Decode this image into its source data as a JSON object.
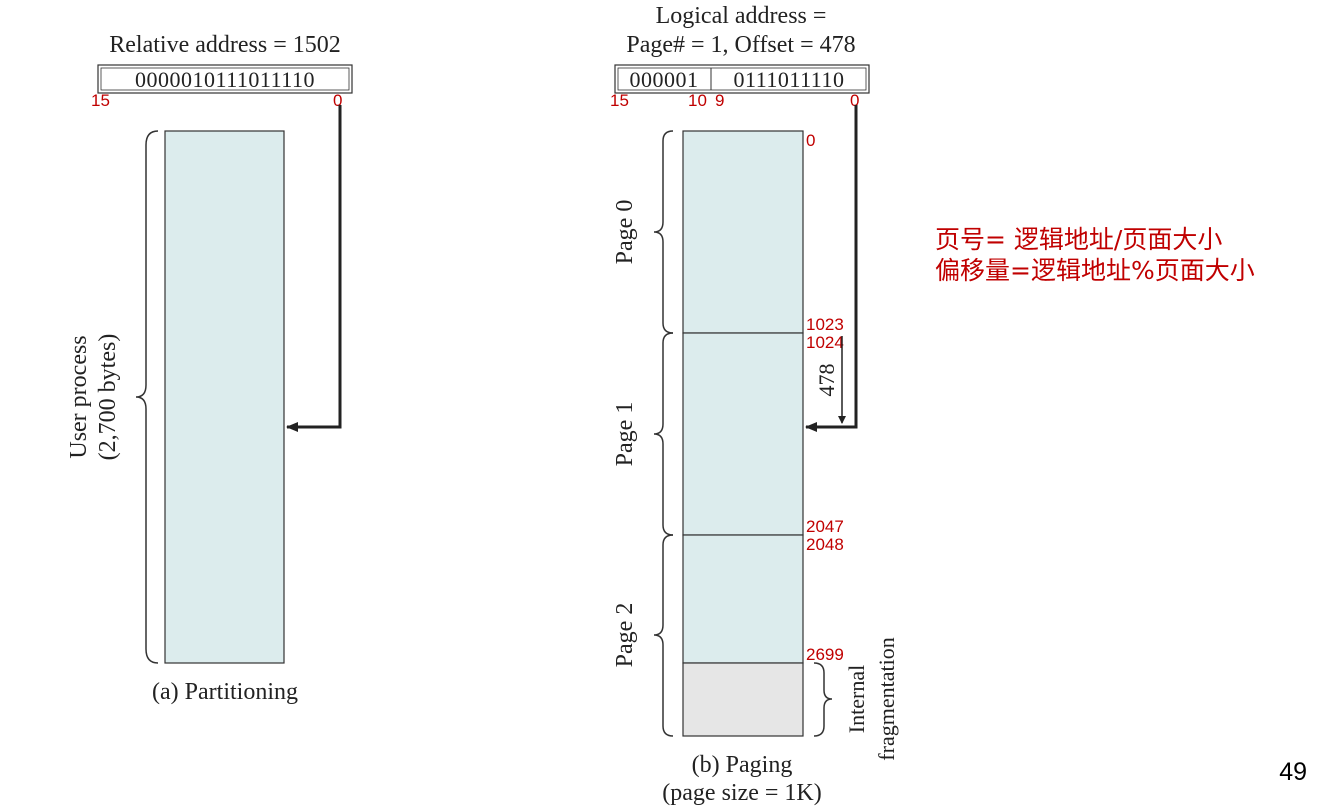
{
  "partitioning": {
    "address_label": "Relative address = 1502",
    "bits": "0000010111011110",
    "bit_high": "15",
    "bit_low": "0",
    "process_label_line1": "User process",
    "process_label_line2": "(2,700 bytes)",
    "caption": "(a) Partitioning"
  },
  "paging": {
    "address_line1": "Logical address =",
    "address_line2": "Page# = 1, Offset = 478",
    "page_bits": "000001",
    "offset_bits": "0111011110",
    "bit_15": "15",
    "bit_10": "10",
    "bit_9": "9",
    "bit_0": "0",
    "pages": [
      {
        "label": "Page 0",
        "start": "0",
        "end": "1023"
      },
      {
        "label": "Page 1",
        "start": "1024",
        "end": "2047"
      },
      {
        "label": "Page 2",
        "start": "2048",
        "end": "2699"
      }
    ],
    "offset_label": "478",
    "fragment_line1": "Internal",
    "fragment_line2": "fragmentation",
    "caption_line1": "(b) Paging",
    "caption_line2": "(page size = 1K)"
  },
  "notes": [
    "页号= 逻辑地址/页面大小",
    "偏移量=逻辑地址%页面大小"
  ],
  "slide_number": "49",
  "colors": {
    "fill": "#dceced",
    "fragment": "#e6e6e6",
    "accent": "#c00000",
    "stroke": "#222222"
  }
}
